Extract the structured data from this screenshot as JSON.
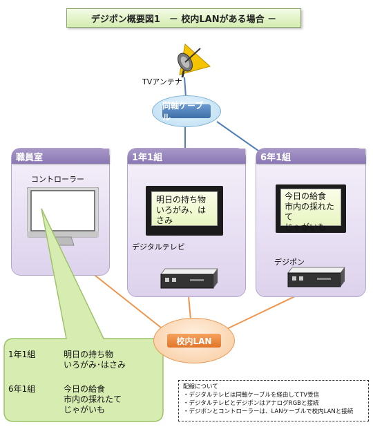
{
  "title": "デジポン概要図1　－ 校内LANがある場合 －",
  "antenna_label": "TVアンテナ",
  "coax_label": "同軸ケーブル",
  "lan_label": "校内LAN",
  "rooms": {
    "staff": {
      "name": "職員室",
      "device_label": "コントローラー"
    },
    "class1": {
      "name": "1年1組",
      "tv_lines": [
        "明日の持ち物",
        "いろがみ、はさみ"
      ],
      "device_label": "デジタルテレビ"
    },
    "class6": {
      "name": "6年1組",
      "tv_lines": [
        "今日の給食",
        "市内の採れたて",
        "じゃがいも"
      ],
      "device_label": "デジポン"
    }
  },
  "callout": {
    "entries": [
      {
        "room": "1年1組",
        "lines": [
          "明日の持ち物",
          "いろがみ･はさみ"
        ]
      },
      {
        "room": "6年1組",
        "lines": [
          "今日の給食",
          "市内の採れたて",
          "じゃがいも"
        ]
      }
    ]
  },
  "legend": {
    "heading": "配線について",
    "items": [
      "・デジタルテレビは同軸ケーブルを経由してTV受信",
      "・デジタルテレビとデジポンはアナログRGBと接続",
      "・デジポンとコントローラーは、LANケーブルで校内LANと接続"
    ]
  },
  "colors": {
    "coax_line": "#4f7fb7",
    "lan_line": "#f0944a",
    "room_tab": "#8a77b4",
    "callout_fill": "#d6ecb0",
    "lan_fill": "#f08a3c",
    "coax_fill": "#4f81bd"
  },
  "icons": [
    "satellite-dish-icon",
    "monitor-icon",
    "tv-icon",
    "set-top-box-icon"
  ]
}
